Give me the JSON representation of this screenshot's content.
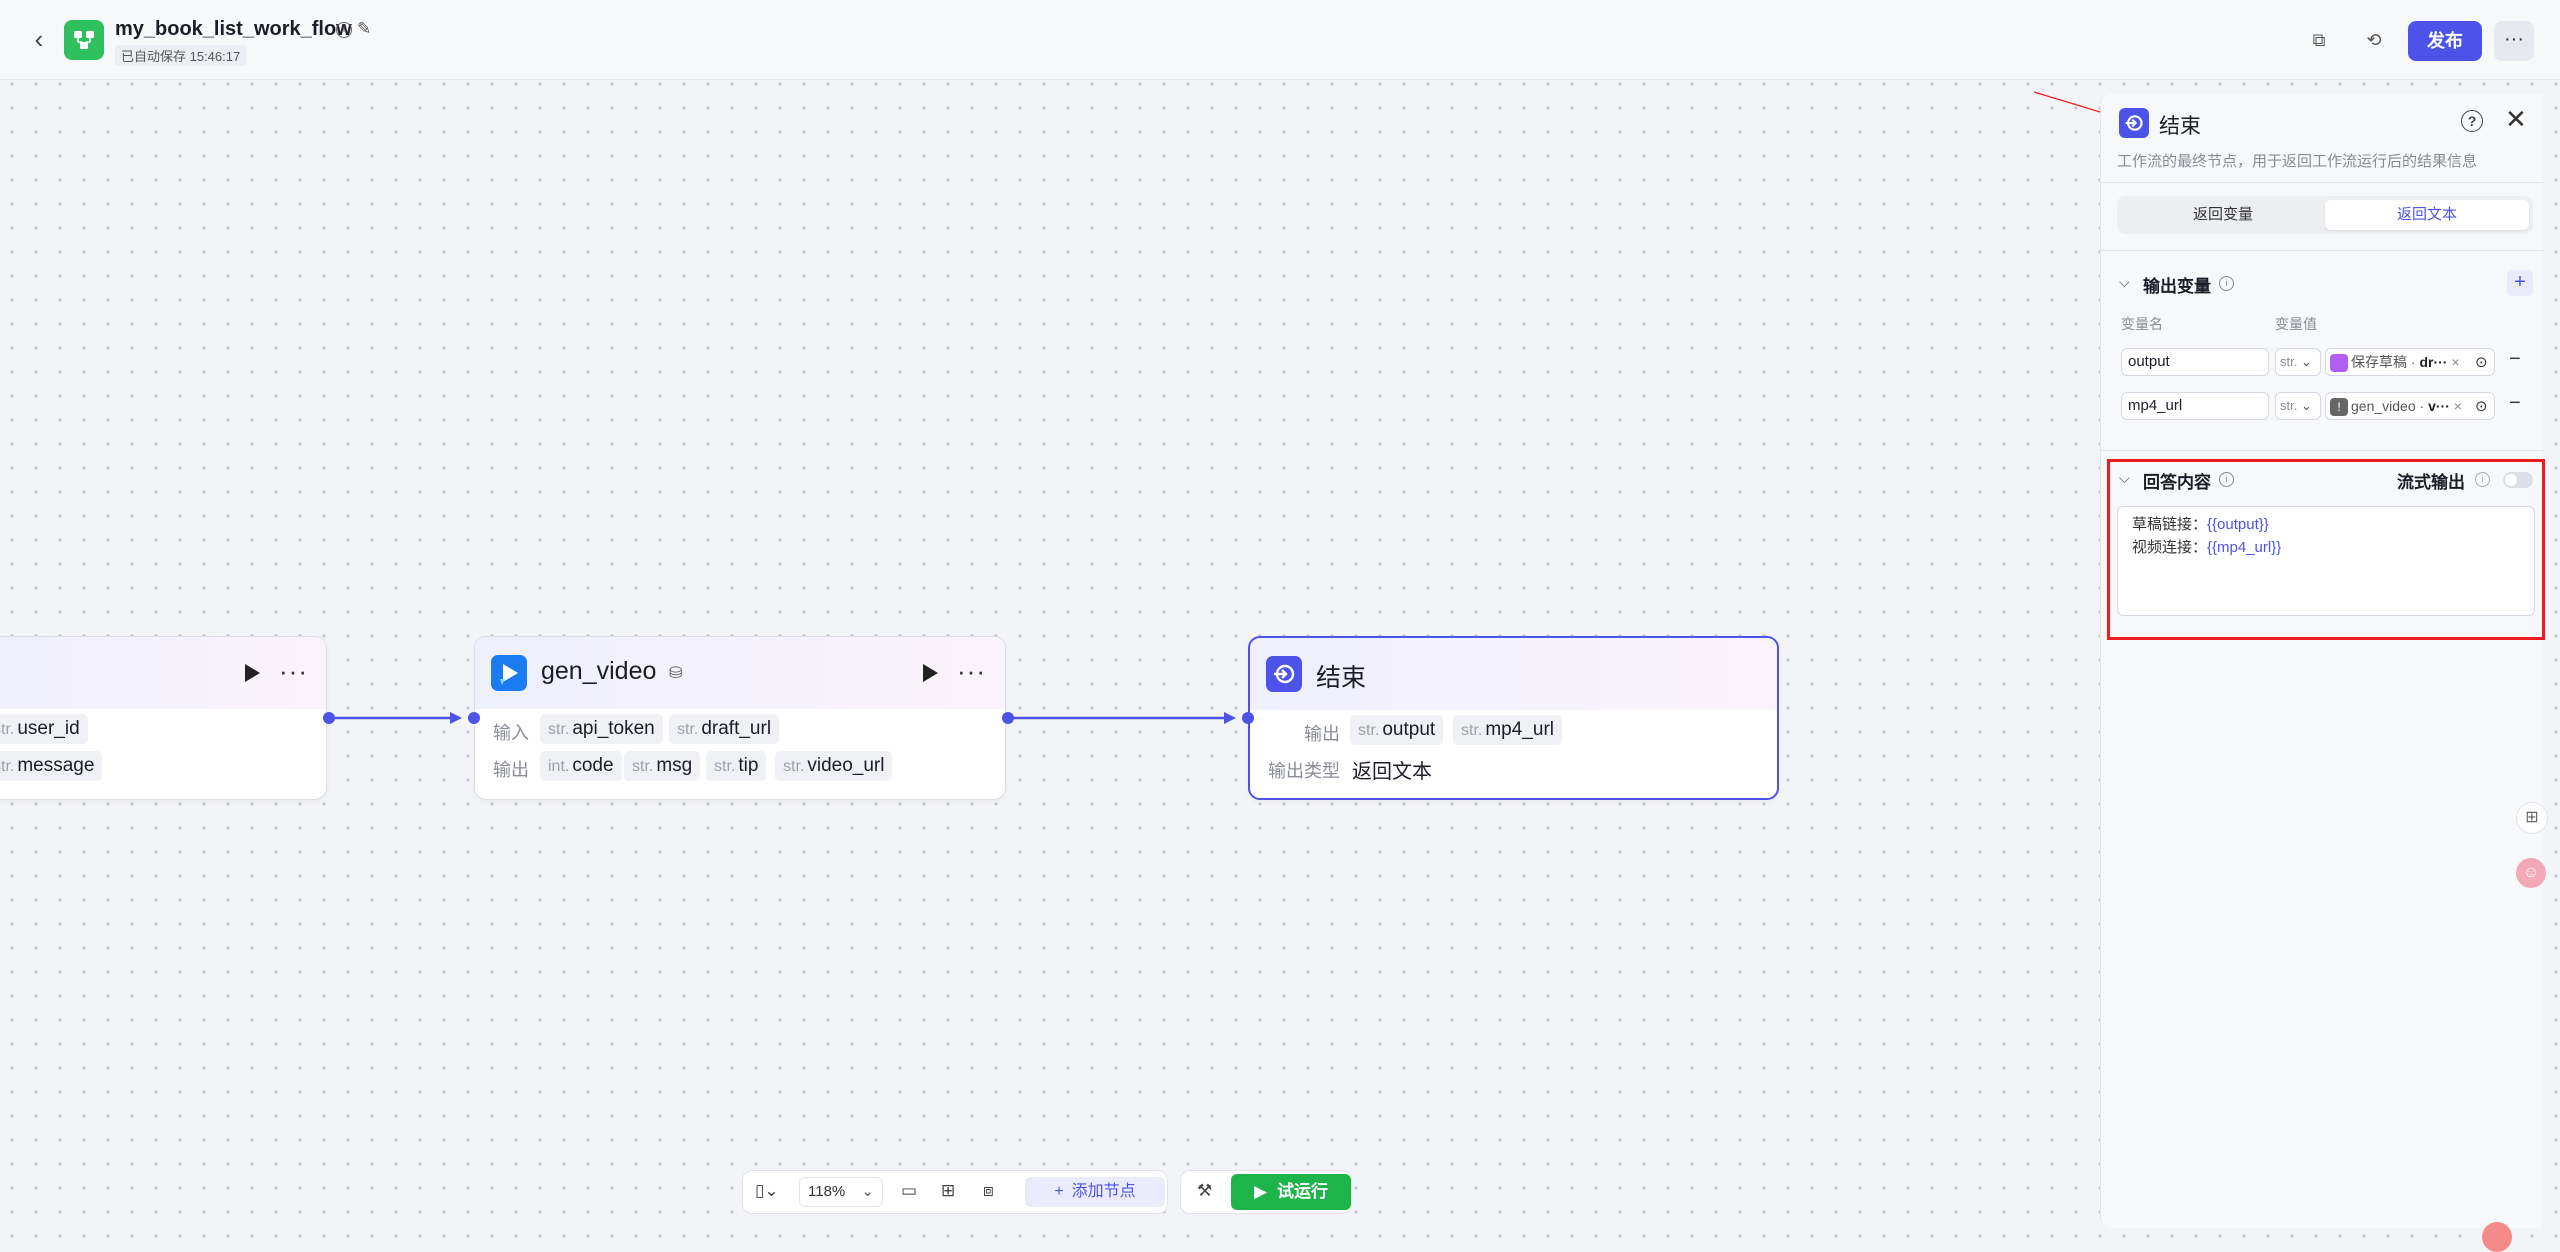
{
  "header": {
    "title": "my_book_list_work_flow",
    "autosave": "已自动保存 15:46:17",
    "publish_label": "发布",
    "more_label": "···"
  },
  "nodes": {
    "left_partial": {
      "outputs": [
        {
          "type": "str.",
          "name": "user_id"
        },
        {
          "type": "str.",
          "name": "message"
        }
      ]
    },
    "gen_video": {
      "title": "gen_video",
      "input_label": "输入",
      "output_label": "输出",
      "inputs": [
        {
          "type": "str.",
          "name": "api_token"
        },
        {
          "type": "str.",
          "name": "draft_url"
        }
      ],
      "outputs": [
        {
          "type": "int.",
          "name": "code"
        },
        {
          "type": "str.",
          "name": "msg"
        },
        {
          "type": "str.",
          "name": "tip"
        },
        {
          "type": "str.",
          "name": "video_url"
        }
      ]
    },
    "end": {
      "title": "结束",
      "output_label": "输出",
      "outputs": [
        {
          "type": "str.",
          "name": "output"
        },
        {
          "type": "str.",
          "name": "mp4_url"
        }
      ],
      "output_type_label": "输出类型",
      "output_type_value": "返回文本"
    }
  },
  "panel": {
    "title": "结束",
    "description": "工作流的最终节点，用于返回工作流运行后的结果信息",
    "tabs": [
      {
        "label": "返回变量",
        "active": false
      },
      {
        "label": "返回文本",
        "active": true
      }
    ],
    "output_vars": {
      "title": "输出变量",
      "col_name": "变量名",
      "col_value": "变量值",
      "rows": [
        {
          "name": "output",
          "type": "str.",
          "ref_node": "保存草稿",
          "ref_var": "dr···"
        },
        {
          "name": "mp4_url",
          "type": "str.",
          "ref_node": "gen_video",
          "ref_var": "v···"
        }
      ]
    },
    "answer": {
      "title": "回答内容",
      "stream_label": "流式输出",
      "stream_enabled": false,
      "lines": [
        {
          "label": "草稿链接：",
          "var": "{{output}}"
        },
        {
          "label": "视频连接：",
          "var": "{{mp4_url}}"
        }
      ]
    }
  },
  "toolbar": {
    "zoom": "118%",
    "add_node_label": "添加节点",
    "test_run_label": "试运行"
  },
  "colors": {
    "accent": "#4d53e8",
    "run_green": "#1fb34b",
    "highlight_red": "#ee1c1c"
  }
}
